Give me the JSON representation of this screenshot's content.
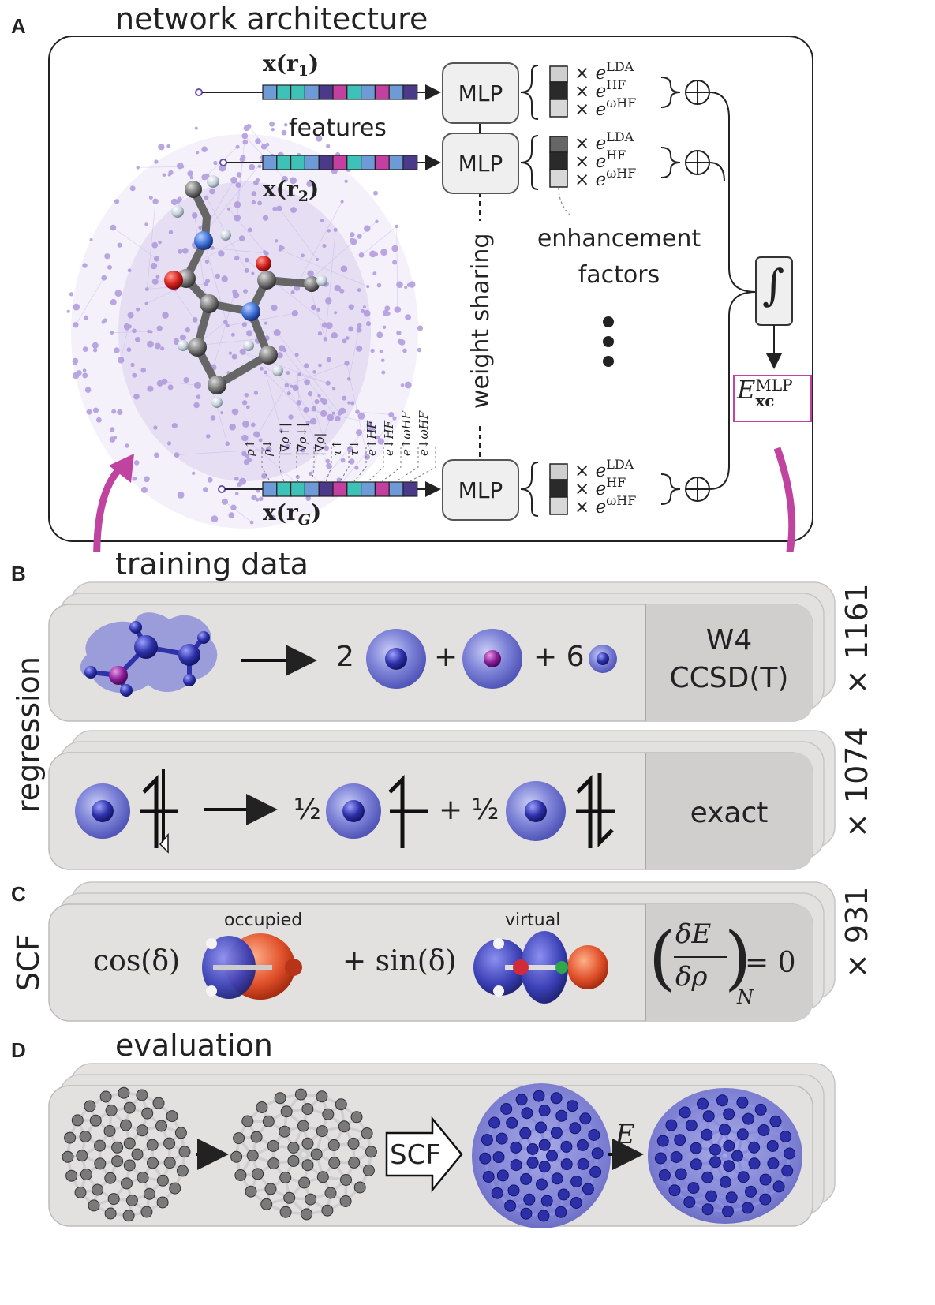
{
  "panelA": {
    "letter": "A",
    "title": "network architecture",
    "x_r1": "x(r",
    "x_r1_sub": "1",
    "x_r2": "x(r",
    "x_r2_sub": "2",
    "x_rG": "x(r",
    "x_rG_sub": "G",
    "close_paren": ")",
    "features_label": "features",
    "mlp_label": "MLP",
    "weight_sharing": "weight sharing",
    "enhancement_factors": "enhancement factors",
    "enhancement_line1": "enhancement",
    "enhancement_line2": "factors",
    "ef_times": "×",
    "ef_e": "e",
    "ef_lda": "LDA",
    "ef_hf": "HF",
    "ef_whf": "ωHF",
    "integral": "∫",
    "output_E": "E",
    "output_sup": "MLP",
    "output_sub": "xc",
    "feature_labels": [
      "ρ↑",
      "ρ↓",
      "|∇ρ↑|",
      "|∇ρ↓|",
      "|∇ρ|",
      "τ↑",
      "τ↓",
      "e↑HF",
      "e↓HF",
      "e↑ωHF",
      "e↓ωHF"
    ],
    "feature_colors": [
      "#6f9ad8",
      "#3ec1b6",
      "#3ec1b6",
      "#6f9ad8",
      "#4b3a8a",
      "#c33fa0",
      "#3ec1b6",
      "#6f9ad8",
      "#c33fa0",
      "#6f9ad8",
      "#4b3a8a"
    ]
  },
  "panelB": {
    "letter": "B",
    "title": "training data",
    "side_label": "regression",
    "row1": {
      "coef1": "2",
      "plus1": "+",
      "plus6": "+ 6",
      "method_line1": "W4",
      "method_line2": "CCSD(T)",
      "count": "× 1161"
    },
    "row2": {
      "half1": "½",
      "plus_half": "+ ½",
      "method": "exact",
      "count": "× 1074"
    }
  },
  "panelC": {
    "letter": "C",
    "side_label": "SCF",
    "cos": "cos(δ)",
    "sin": "+ sin(δ)",
    "occupied": "occupied",
    "virtual": "virtual",
    "eq_num": "δE",
    "eq_den": "δρ",
    "eq_sub": "N",
    "eq_rhs": "= 0",
    "count": "× 931"
  },
  "panelD": {
    "letter": "D",
    "title": "evaluation",
    "scf_arrow": "SCF",
    "energy": "E"
  },
  "colors": {
    "accent": "#c0449f",
    "card": "#e2e1e0",
    "card_edge": "#bdbcbb",
    "method_box": "#d0cfce",
    "atom_blue": "#3b3cb0",
    "density_blue": "#7c7fd6",
    "orbital_red": "#e0502a"
  }
}
